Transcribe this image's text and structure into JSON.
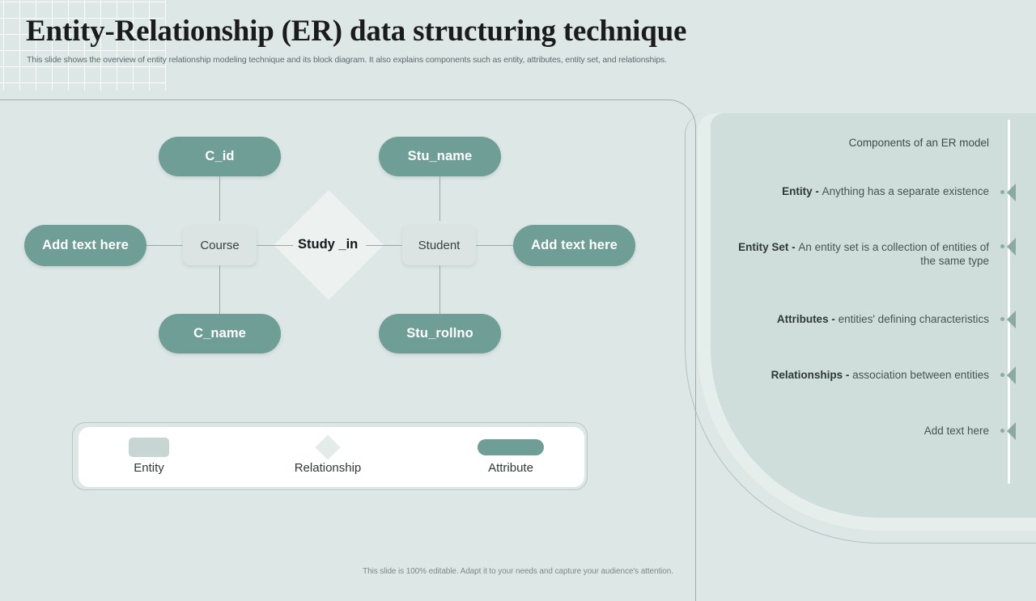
{
  "header": {
    "title": "Entity-Relationship (ER) data structuring technique",
    "subtitle": "This slide shows the overview of entity relationship modeling technique and its block diagram. It also explains components such as  entity, attributes, entity set, and relationships."
  },
  "diagram": {
    "attributes": [
      {
        "id": "c_id",
        "label": "C_id"
      },
      {
        "id": "c_name",
        "label": "C_name"
      },
      {
        "id": "stu_name",
        "label": "Stu_name"
      },
      {
        "id": "stu_rollno",
        "label": "Stu_rollno"
      },
      {
        "id": "left_extra",
        "label": "Add text here"
      },
      {
        "id": "right_extra",
        "label": "Add text here"
      }
    ],
    "entities": [
      {
        "id": "course",
        "label": "Course"
      },
      {
        "id": "student",
        "label": "Student"
      }
    ],
    "relationship": {
      "id": "study_in",
      "label": "Study _in"
    }
  },
  "legend": {
    "items": [
      {
        "shape": "entity-rect",
        "label": "Entity"
      },
      {
        "shape": "relationship-diamond",
        "label": "Relationship"
      },
      {
        "shape": "attribute-pill",
        "label": "Attribute"
      }
    ]
  },
  "components": {
    "heading": "Components of an ER model",
    "items": [
      {
        "term": "Entity - ",
        "desc": "Anything has a separate existence"
      },
      {
        "term": "Entity Set - ",
        "desc": "An entity set is a collection of entities of the same type"
      },
      {
        "term": "Attributes - ",
        "desc": "entities' defining characteristics"
      },
      {
        "term": "Relationships - ",
        "desc": "association between entities"
      },
      {
        "term": "",
        "desc": "Add text here"
      }
    ]
  },
  "footer": {
    "note": "This slide is 100% editable. Adapt it to your needs and capture your audience's attention."
  },
  "colors": {
    "background": "#dde7e6",
    "attribute": "#6e9e95",
    "entity": "#dce4e3",
    "relationship": "#edf2f1",
    "panel": "#cfdedb",
    "rail": "#ffffff"
  }
}
